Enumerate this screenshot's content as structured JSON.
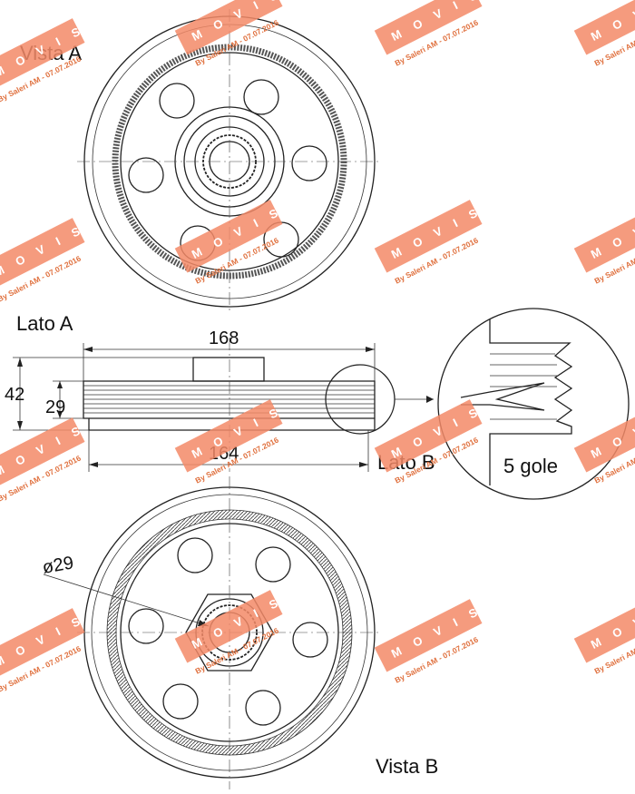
{
  "labels": {
    "vista_a": "Vista A",
    "lato_a": "Lato A",
    "lato_b": "Lato B",
    "vista_b": "Vista B",
    "grooves": "5 gole"
  },
  "dimensions": {
    "outer_diameter": "168",
    "groove_diameter": "164",
    "total_width": "42",
    "groove_width": "29",
    "hub_bore": "ø29"
  },
  "watermark": {
    "brand": "MOVIS",
    "credit": "By Saleri AM - 07.07.2016"
  },
  "colors": {
    "watermark": "#f38a67",
    "line": "#222222",
    "background": "#ffffff"
  }
}
